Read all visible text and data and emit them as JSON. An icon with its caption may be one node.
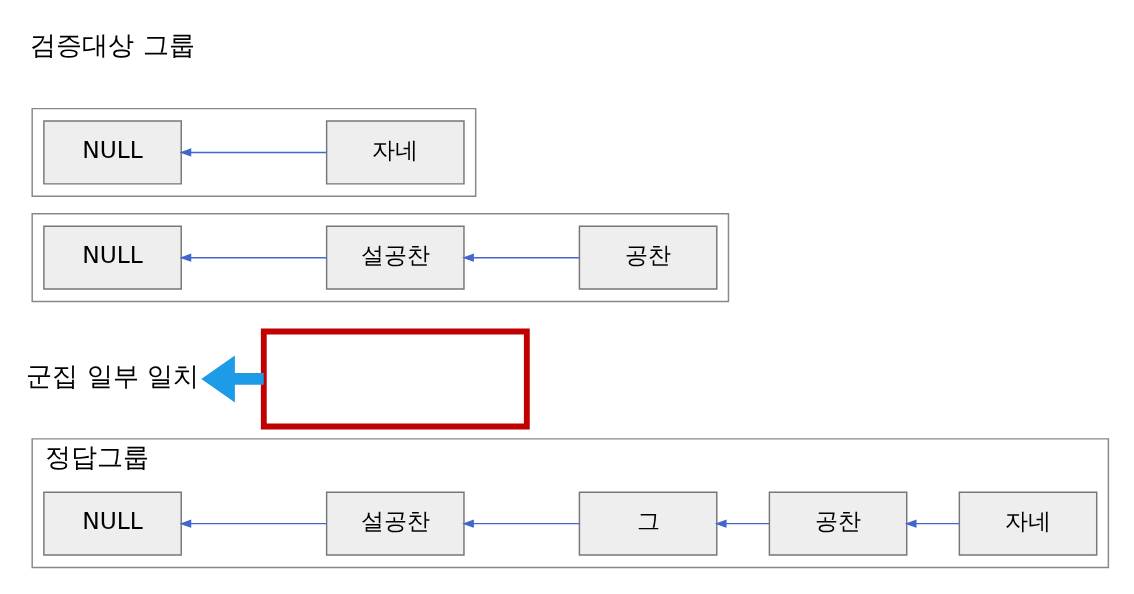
{
  "diagram": {
    "nodes": [
      {
        "text": [
          "정답그룹"
        ]
      },
      {
        "text": [
          "NULL"
        ],
        "in": 0
      },
      {
        "text": [
          "설공찬"
        ],
        "in": 0
      },
      {
        "text": [
          "그"
        ],
        "in": 0
      },
      {
        "text": [
          "공찬"
        ],
        "in": 0
      },
      {
        "text": [
          "자네"
        ],
        "in": 0
      },
      {
        "text": [],
        "shape": "box"
      },
      {
        "text": [],
        "shape": "box"
      },
      {
        "text": [
          "NULL"
        ],
        "in": 7
      },
      {
        "text": [
          "설공찬"
        ],
        "in": 7
      },
      {
        "text": [
          "공찬"
        ],
        "in": 7
      },
      {
        "text": [],
        "shape": "box"
      },
      {
        "text": [
          "NULL"
        ],
        "in": 11
      },
      {
        "text": [
          "자네"
        ],
        "in": 11
      },
      {
        "text": [
          "군집 일부 일치"
        ]
      }
    ],
    "edges": [
      {
        "from": 2,
        "to": 1,
        "arrow": "to"
      },
      {
        "from": 3,
        "to": 2,
        "arrow": "to"
      },
      {
        "from": 4,
        "to": 3,
        "arrow": "to"
      },
      {
        "from": 5,
        "to": 4,
        "arrow": "to"
      },
      {
        "from": 9,
        "to": 8,
        "arrow": "to"
      },
      {
        "from": 10,
        "to": 9,
        "arrow": "to"
      },
      {
        "from": 13,
        "to": 12,
        "arrow": "to"
      },
      {
        "from": 6,
        "to": 14,
        "arrow": "to",
        "style": "thick",
        "color": "#1e9be6"
      }
    ],
    "labels": [
      "검증대상 그룹"
    ]
  }
}
